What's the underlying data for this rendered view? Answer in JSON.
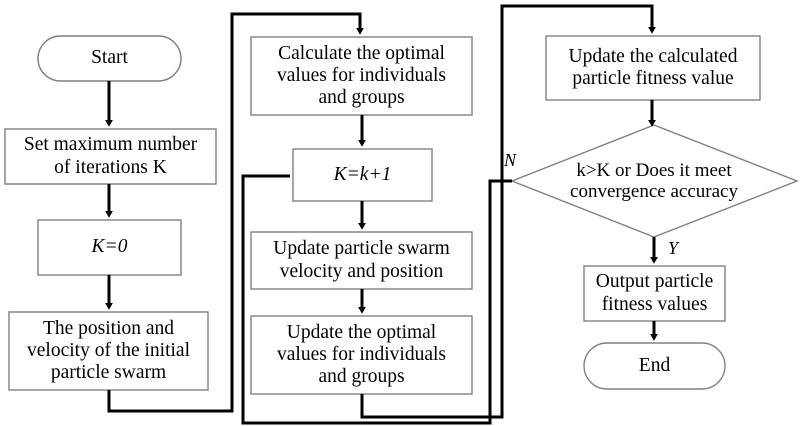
{
  "diagram": {
    "title": "Particle Swarm Optimization (PSO) algorithm flowchart",
    "colors": {
      "node_stroke": "#808080",
      "connector_stroke": "#000000",
      "node_fill": "#ffffff",
      "text": "#000000",
      "background": "#ffffff"
    }
  },
  "nodes": {
    "start": {
      "label": "Start",
      "shape": "terminator"
    },
    "set_max_iterations": {
      "label": "Set maximum number\nof iterations K",
      "shape": "process"
    },
    "k_equals_zero": {
      "label": "K=0",
      "shape": "process"
    },
    "init_position_velocity": {
      "label": "The position and\nvelocity of the initial\nparticle swarm",
      "shape": "process"
    },
    "calc_optimal_values": {
      "label": "Calculate the optimal\nvalues for individuals\nand groups",
      "shape": "process"
    },
    "increment_k": {
      "label": "K=k+1",
      "shape": "process"
    },
    "update_velocity_position": {
      "label": "Update particle swarm\nvelocity and position",
      "shape": "process"
    },
    "update_optimal_values": {
      "label": "Update the optimal\nvalues for individuals\nand groups",
      "shape": "process"
    },
    "update_fitness": {
      "label": "Update the calculated\nparticle fitness value",
      "shape": "process"
    },
    "convergence_check": {
      "label": "k>K or Does it meet\nconvergence accuracy",
      "shape": "decision"
    },
    "output_fitness": {
      "label": "Output particle\nfitness values",
      "shape": "process"
    },
    "end": {
      "label": "End",
      "shape": "terminator"
    }
  },
  "branch_labels": {
    "no": "N",
    "yes": "Y"
  },
  "edges": [
    {
      "name": "start-to-set-max",
      "from": "start",
      "to": "set_max_iterations",
      "label": ""
    },
    {
      "name": "set-max-to-k0",
      "from": "set_max_iterations",
      "to": "k_equals_zero",
      "label": ""
    },
    {
      "name": "k0-to-init",
      "from": "k_equals_zero",
      "to": "init_position_velocity",
      "label": ""
    },
    {
      "name": "init-to-calc-optimal",
      "from": "init_position_velocity",
      "to": "calc_optimal_values",
      "label": ""
    },
    {
      "name": "calc-optimal-to-increment-k",
      "from": "calc_optimal_values",
      "to": "increment_k",
      "label": ""
    },
    {
      "name": "increment-k-to-update-vp",
      "from": "increment_k",
      "to": "update_velocity_position",
      "label": ""
    },
    {
      "name": "update-vp-to-update-opt",
      "from": "update_velocity_position",
      "to": "update_optimal_values",
      "label": ""
    },
    {
      "name": "update-opt-to-update-fitness",
      "from": "update_optimal_values",
      "to": "update_fitness",
      "label": ""
    },
    {
      "name": "update-fitness-to-decision",
      "from": "update_fitness",
      "to": "convergence_check",
      "label": ""
    },
    {
      "name": "decision-no-to-increment-k",
      "from": "convergence_check",
      "to": "increment_k",
      "label": "N"
    },
    {
      "name": "decision-yes-to-output",
      "from": "convergence_check",
      "to": "output_fitness",
      "label": "Y"
    },
    {
      "name": "output-to-end",
      "from": "output_fitness",
      "to": "end",
      "label": ""
    }
  ]
}
